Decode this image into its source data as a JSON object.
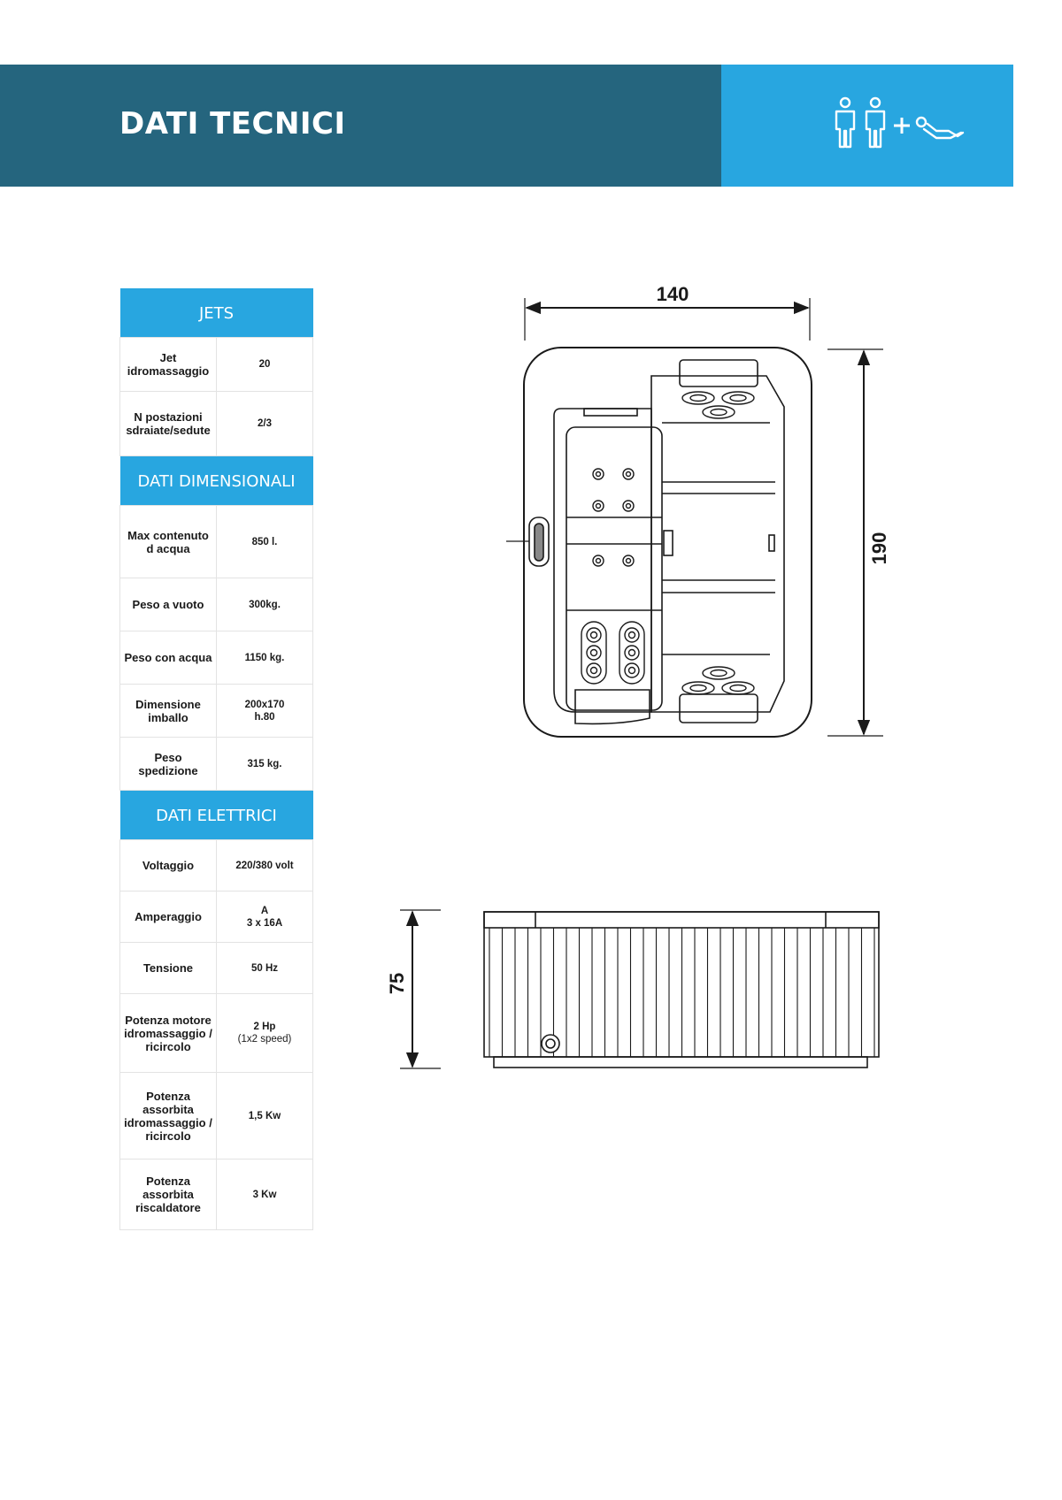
{
  "header": {
    "title": "DATI TECNICI",
    "icons": [
      "person-icon",
      "person-icon",
      "plus-icon",
      "lounger-icon"
    ]
  },
  "colors": {
    "header_dark": "#25657e",
    "accent_blue": "#28a6e0"
  },
  "sections": [
    {
      "title": "JETS",
      "rows": [
        {
          "label": "Jet idromassaggio",
          "value": "20"
        },
        {
          "label": "N  postazioni\nsdraiate/sedute",
          "value": "2/3"
        }
      ]
    },
    {
      "title": "DATI DIMENSIONALI",
      "rows": [
        {
          "label": "Max contenuto\nd acqua",
          "value": "850 l."
        },
        {
          "label": "Peso a vuoto",
          "value": "300kg."
        },
        {
          "label": "Peso con acqua",
          "value": "1150 kg."
        },
        {
          "label": "Dimensione imballo",
          "value": "200x170\nh.80"
        },
        {
          "label": "Peso spedizione",
          "value": "315 kg."
        }
      ]
    },
    {
      "title": "DATI ELETTRICI",
      "rows": [
        {
          "label": "Voltaggio",
          "value": "220/380 volt"
        },
        {
          "label": "Amperaggio",
          "value": "A\n3 x 16A"
        },
        {
          "label": "Tensione",
          "value": "50 Hz"
        },
        {
          "label": "Potenza motore\nidromassaggio /\nricircolo",
          "value": "2 Hp",
          "value_sub": "(1x2 speed)"
        },
        {
          "label": "Potenza assorbita\nidromassaggio /\nricircolo",
          "value": "1,5 Kw"
        },
        {
          "label": "Potenza assorbita\nriscaldatore",
          "value": "3 Kw"
        }
      ]
    }
  ],
  "drawing": {
    "top_view": {
      "width_label": "140",
      "length_label": "190"
    },
    "side_view": {
      "height_label": "75"
    }
  }
}
